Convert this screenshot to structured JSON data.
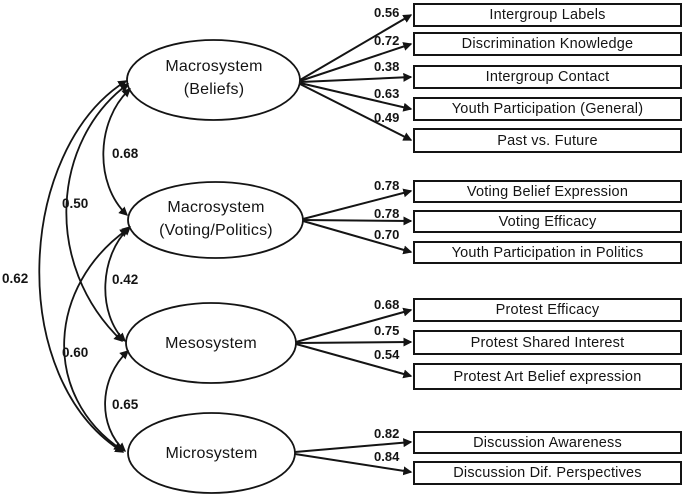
{
  "diagram": {
    "factors": [
      {
        "name": [
          "Macrosystem",
          "(Beliefs)"
        ],
        "indicators": [
          {
            "label": "Intergroup Labels",
            "loading": "0.56"
          },
          {
            "label": "Discrimination Knowledge",
            "loading": "0.72"
          },
          {
            "label": "Intergroup Contact",
            "loading": "0.38"
          },
          {
            "label": "Youth Participation (General)",
            "loading": "0.63"
          },
          {
            "label": "Past vs. Future",
            "loading": "0.49"
          }
        ]
      },
      {
        "name": [
          "Macrosystem",
          "(Voting/Politics)"
        ],
        "indicators": [
          {
            "label": "Voting Belief Expression",
            "loading": "0.78"
          },
          {
            "label": "Voting Efficacy",
            "loading": "0.78"
          },
          {
            "label": "Youth Participation in Politics",
            "loading": "0.70"
          }
        ]
      },
      {
        "name": [
          "Mesosystem"
        ],
        "indicators": [
          {
            "label": "Protest Efficacy",
            "loading": "0.68"
          },
          {
            "label": "Protest Shared Interest",
            "loading": "0.75"
          },
          {
            "label": "Protest Art Belief expression",
            "loading": "0.54"
          }
        ]
      },
      {
        "name": [
          "Microsystem"
        ],
        "indicators": [
          {
            "label": "Discussion Awareness",
            "loading": "0.82"
          },
          {
            "label": "Discussion Dif. Perspectives",
            "loading": "0.84"
          }
        ]
      }
    ],
    "correlations": [
      {
        "a": "Macrosystem (Beliefs)",
        "b": "Macrosystem (Voting/Politics)",
        "value": "0.68"
      },
      {
        "a": "Macrosystem (Beliefs)",
        "b": "Mesosystem",
        "value": "0.50"
      },
      {
        "a": "Macrosystem (Beliefs)",
        "b": "Microsystem",
        "value": "0.62"
      },
      {
        "a": "Macrosystem (Voting/Politics)",
        "b": "Mesosystem",
        "value": "0.42"
      },
      {
        "a": "Macrosystem (Voting/Politics)",
        "b": "Microsystem",
        "value": "0.60"
      },
      {
        "a": "Mesosystem",
        "b": "Microsystem",
        "value": "0.65"
      }
    ],
    "colors": {
      "line": "#141414",
      "background": "#ffffff",
      "text": "#141414"
    }
  }
}
